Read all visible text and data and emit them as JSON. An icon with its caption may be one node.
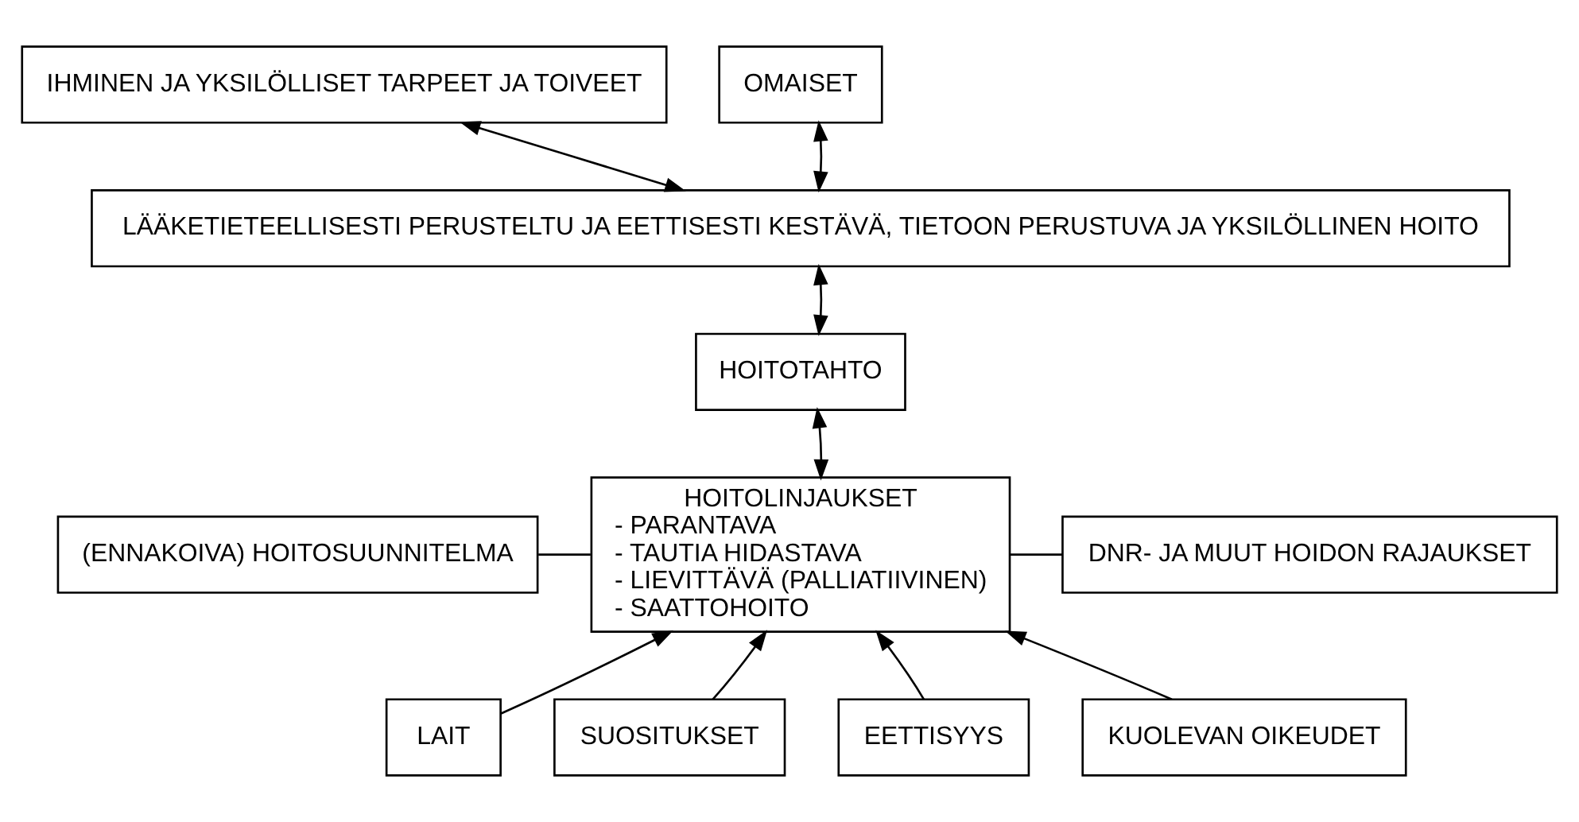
{
  "diagram": {
    "nodes": [
      {
        "text": [
          "IHMINEN JA YKSILÖLLISET TARPEET JA TOIVEET"
        ]
      },
      {
        "text": [
          "OMAISET"
        ]
      },
      {
        "text": [
          "LÄÄKETIETEELLISESTI PERUSTELTU JA EETTISESTI KESTÄVÄ, TIETOON PERUSTUVA JA YKSILÖLLINEN HOITO"
        ]
      },
      {
        "text": [
          "HOITOTAHTO"
        ]
      },
      {
        "text": [
          "(ENNAKOIVA) HOITOSUUNNITELMA"
        ]
      },
      {
        "text": [
          "HOITOLINJAUKSET",
          "- PARANTAVA",
          "- TAUTIA HIDASTAVA",
          "- LIEVITTÄVÄ (PALLIATIIVINEN)",
          "- SAATTOHOITO"
        ]
      },
      {
        "text": [
          "DNR- JA MUUT HOIDON RAJAUKSET"
        ]
      },
      {
        "text": [
          "LAIT"
        ]
      },
      {
        "text": [
          "SUOSITUKSET"
        ]
      },
      {
        "text": [
          "EETTISYYS"
        ]
      },
      {
        "text": [
          "KUOLEVAN OIKEUDET"
        ]
      }
    ],
    "edges": [
      {
        "from": 0,
        "to": 2,
        "arrow": "both"
      },
      {
        "from": 1,
        "to": 2,
        "arrow": "both"
      },
      {
        "from": 2,
        "to": 3,
        "arrow": "both"
      },
      {
        "from": 3,
        "to": 5,
        "arrow": "both"
      },
      {
        "from": 4,
        "to": 5,
        "arrow": "none"
      },
      {
        "from": 5,
        "to": 6,
        "arrow": "none"
      },
      {
        "from": 7,
        "to": 5,
        "arrow": "to"
      },
      {
        "from": 8,
        "to": 5,
        "arrow": "to"
      },
      {
        "from": 9,
        "to": 5,
        "arrow": "to"
      },
      {
        "from": 10,
        "to": 5,
        "arrow": "to"
      }
    ]
  }
}
